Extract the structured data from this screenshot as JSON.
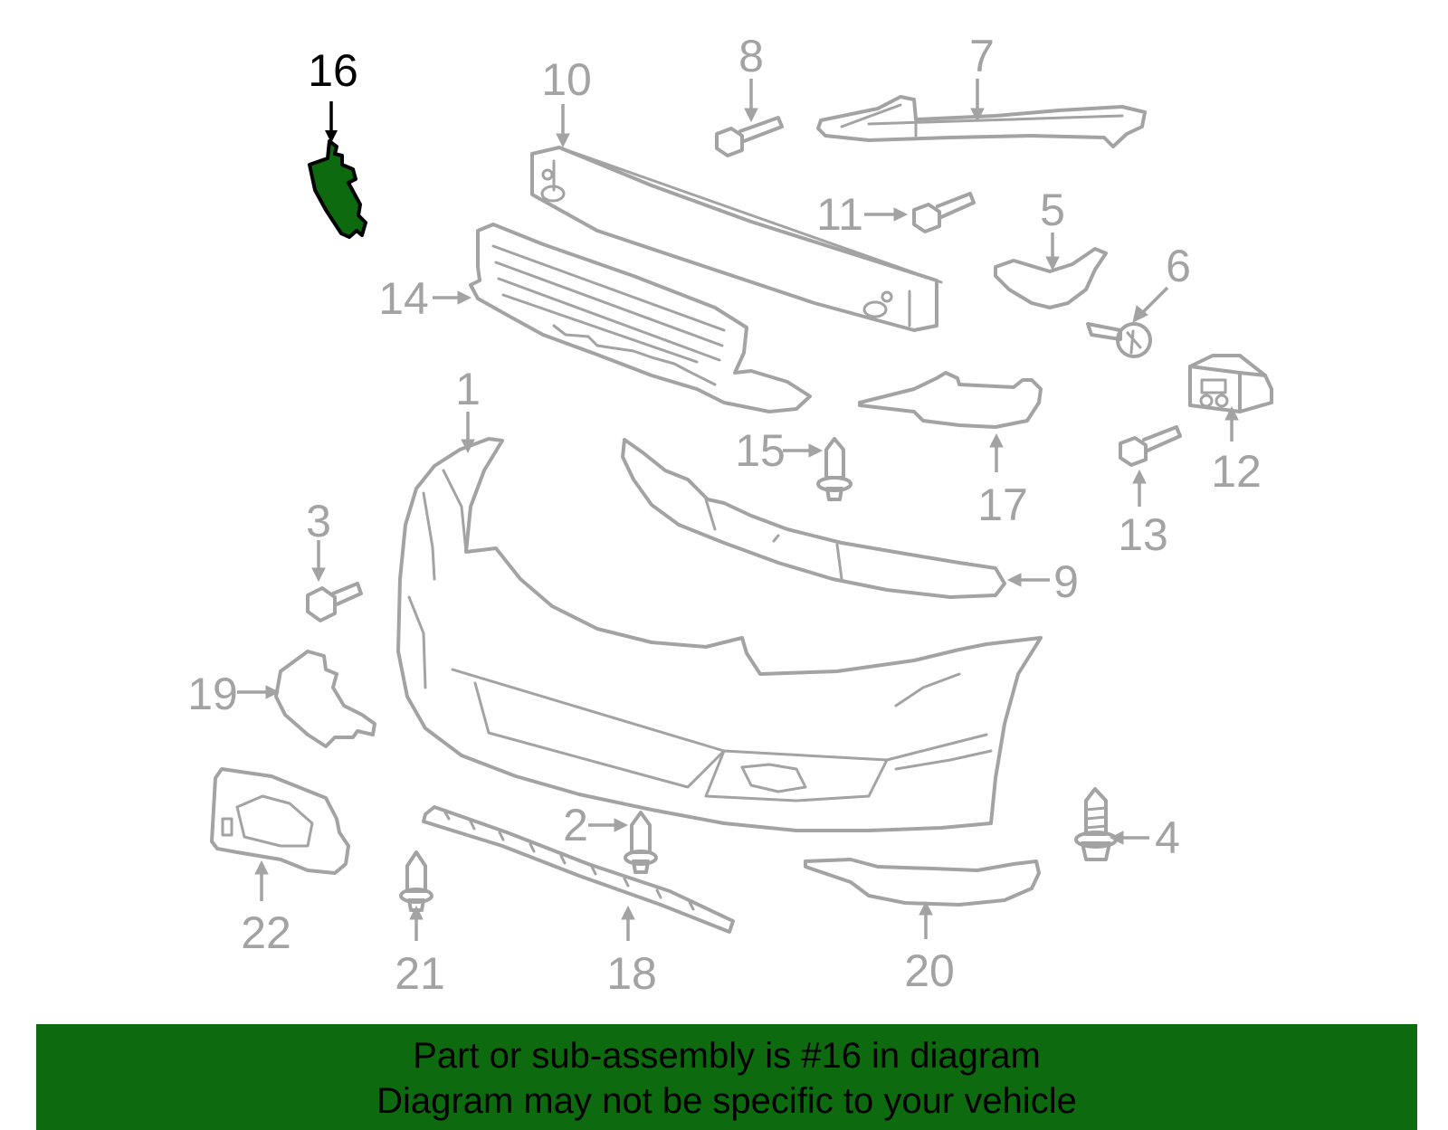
{
  "diagram": {
    "callouts": [
      {
        "id": "1",
        "label": "1"
      },
      {
        "id": "2",
        "label": "2"
      },
      {
        "id": "3",
        "label": "3"
      },
      {
        "id": "4",
        "label": "4"
      },
      {
        "id": "5",
        "label": "5"
      },
      {
        "id": "6",
        "label": "6"
      },
      {
        "id": "7",
        "label": "7"
      },
      {
        "id": "8",
        "label": "8"
      },
      {
        "id": "9",
        "label": "9"
      },
      {
        "id": "10",
        "label": "10"
      },
      {
        "id": "11",
        "label": "11"
      },
      {
        "id": "12",
        "label": "12"
      },
      {
        "id": "13",
        "label": "13"
      },
      {
        "id": "14",
        "label": "14"
      },
      {
        "id": "15",
        "label": "15"
      },
      {
        "id": "16",
        "label": "16"
      },
      {
        "id": "17",
        "label": "17"
      },
      {
        "id": "18",
        "label": "18"
      },
      {
        "id": "19",
        "label": "19"
      },
      {
        "id": "20",
        "label": "20"
      },
      {
        "id": "21",
        "label": "21"
      },
      {
        "id": "22",
        "label": "22"
      }
    ],
    "highlighted_part": "16",
    "colors": {
      "part": "#a3a3a3",
      "highlight": "#0e6a0e",
      "highlight_label": "#000000",
      "banner": "#0e6a0e"
    }
  },
  "banner": {
    "line1": "Part or sub-assembly is #16 in diagram",
    "line2": "Diagram may not be specific to your vehicle"
  }
}
